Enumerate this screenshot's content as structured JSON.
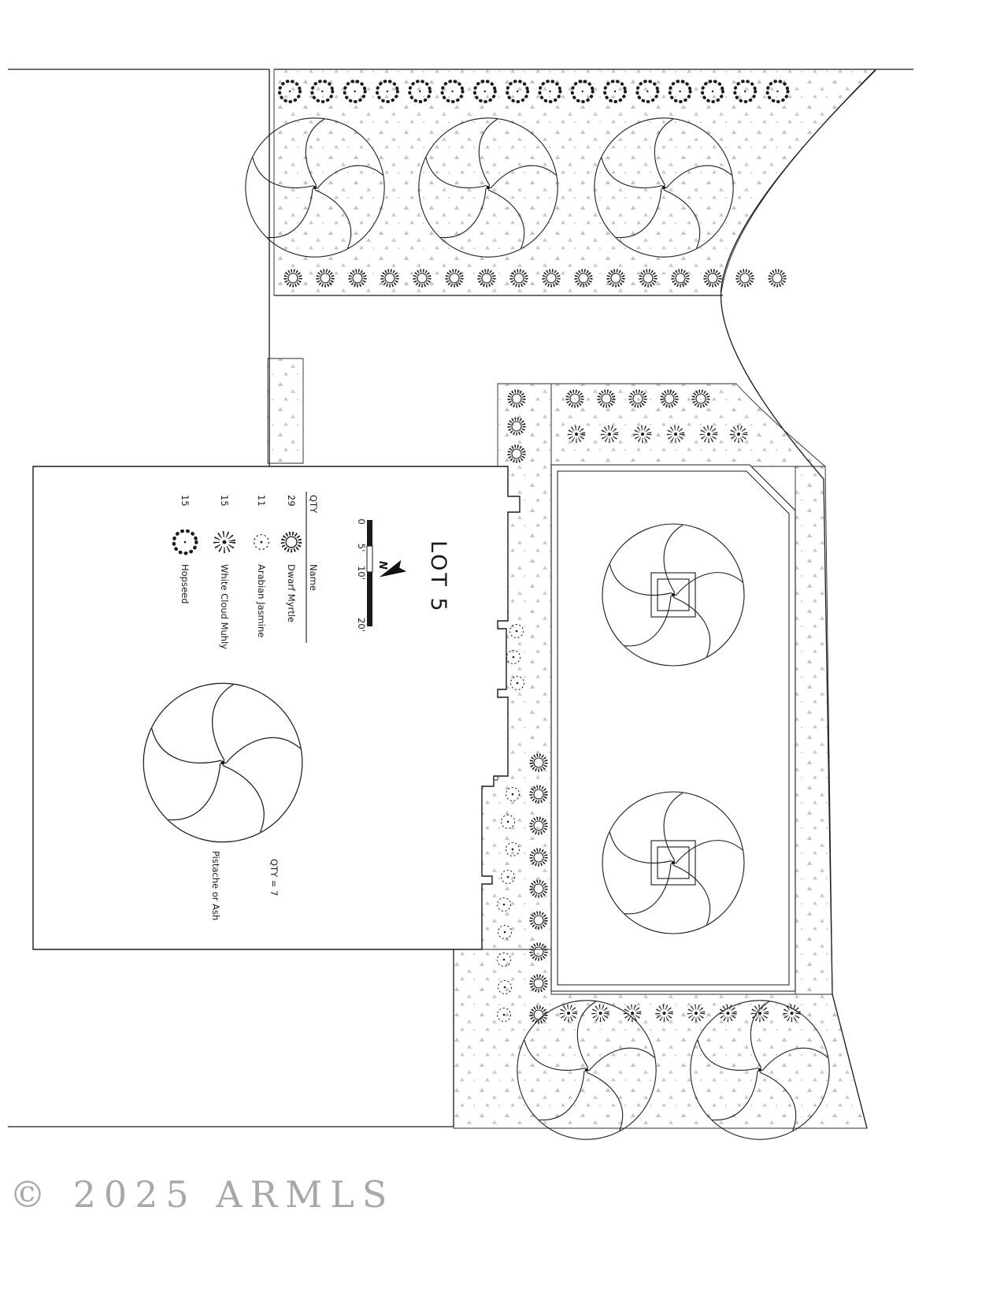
{
  "plan": {
    "lot_title": "LOT 5",
    "north_label": "N",
    "legend": {
      "qty_header": "QTY",
      "name_header": "Name",
      "rows": [
        {
          "qty": "29",
          "name": "Dwarf Myrtle",
          "symbol": "dwarf-myrtle-icon"
        },
        {
          "qty": "11",
          "name": "Arabian Jasmine",
          "symbol": "arabian-jasmine-icon"
        },
        {
          "qty": "15",
          "name": "White Cloud Muhly",
          "symbol": "white-cloud-muhly-icon"
        },
        {
          "qty": "15",
          "name": "Hopseed",
          "symbol": "hopseed-icon"
        }
      ]
    },
    "scale": {
      "labels": [
        "0",
        "5'",
        "10'",
        "20'"
      ]
    },
    "tree_note": {
      "label": "Pistache or Ash",
      "qty": "QTY = 7"
    },
    "watermark": "© 2025 ARMLS",
    "colors": {
      "line": "#1a1a1a",
      "stipple": "#c4c4c4",
      "watermark": "#a8a8a8",
      "background": "#ffffff"
    }
  }
}
